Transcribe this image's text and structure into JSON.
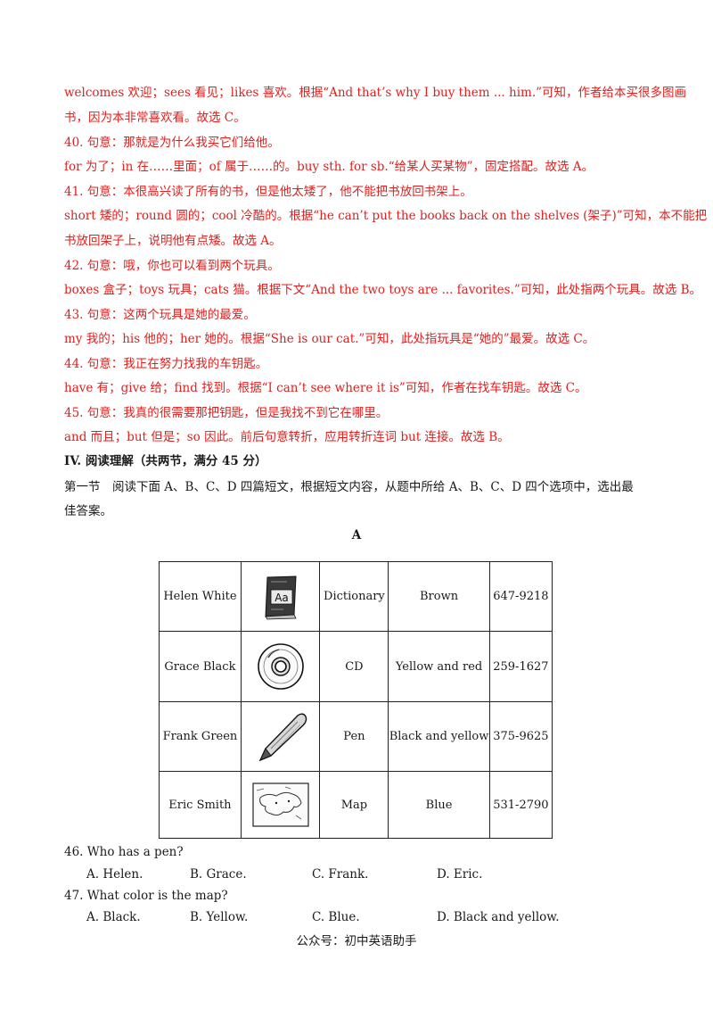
{
  "explanations": [
    {
      "text": "welcomes 欢迎；sees 看见；likes 喜欢。根据“And that’s why I buy them ... him.”可知，作者给本买很多图画",
      "color": "red"
    },
    {
      "text": "书，因为本非常喜欢看。故选 C。",
      "color": "red"
    },
    {
      "text": "40. 句意：那就是为什么我买它们给他。",
      "color": "red"
    },
    {
      "text": "for 为了；in 在……里面；of 属于……的。buy sth. for sb.“给某人买某物”，固定搭配。故选 A。",
      "color": "red"
    },
    {
      "text": "41. 句意：本很高兴读了所有的书，但是他太矮了，他不能把书放回书架上。",
      "color": "red"
    },
    {
      "text": "short 矮的；round 圆的；cool 冷酷的。根据“he can’t put the books back on the shelves (架子)”可知，本不能把",
      "color": "red"
    },
    {
      "text": "书放回架子上，说明他有点矮。故选 A。",
      "color": "red"
    },
    {
      "text": "42. 句意：哦，你也可以看到两个玩具。",
      "color": "red"
    },
    {
      "text": "boxes 盒子；toys 玩具；cats 猫。根据下文“And the two toys are ... favorites.”可知，此处指两个玩具。故选 B。",
      "color": "red"
    },
    {
      "text": "43. 句意：这两个玩具是她的最爱。",
      "color": "red"
    },
    {
      "text": "my 我的；his 他的；her 她的。根据“She is our cat.”可知，此处指玩具是“她的”最爱。故选 C。",
      "color": "red"
    },
    {
      "text": "44. 句意：我正在努力找我的车钥匙。",
      "color": "red"
    },
    {
      "text": "have 有；give 给；find 找到。根据“I can’t see where it is”可知，作者在找车钥匙。故选 C。",
      "color": "red"
    },
    {
      "text": "45. 句意：我真的很需要那把钥匙，但是我找不到它在哪里。",
      "color": "red"
    },
    {
      "text": "and 而且；but 但是；so 因此。前后句意转折，应用转折连词 but 连接。故选 B。",
      "color": "red"
    }
  ],
  "section": {
    "heading": "IV. 阅读理解（共两节，满分 45 分）",
    "intro_line1": "第一节　阅读下面 A、B、C、D 四篇短文，根据短文内容，从题中所给 A、B、C、D 四个选项中，选出最",
    "intro_line2": "佳答案。",
    "passage_label": "A"
  },
  "table": {
    "rows": [
      {
        "name": "Helen White",
        "icon": "dictionary-icon",
        "item": "Dictionary",
        "color": "Brown",
        "phone": "647-9218"
      },
      {
        "name": "Grace Black",
        "icon": "cd-icon",
        "item": "CD",
        "color": "Yellow and red",
        "phone": "259-1627"
      },
      {
        "name": "Frank Green",
        "icon": "pen-icon",
        "item": "Pen",
        "color": "Black and yellow",
        "phone": "375-9625"
      },
      {
        "name": "Eric Smith",
        "icon": "map-icon",
        "item": "Map",
        "color": "Blue",
        "phone": "531-2790"
      }
    ],
    "dictionary_letters": "Aa"
  },
  "questions": [
    {
      "stem": "46. Who has a pen?",
      "options": [
        "A. Helen.",
        "B. Grace.",
        "C. Frank.",
        "D. Eric."
      ]
    },
    {
      "stem": "47. What color is the map?",
      "options": [
        "A. Black.",
        "B. Yellow.",
        "C. Blue.",
        "D. Black and yellow."
      ]
    }
  ],
  "footer": {
    "text": "公众号：初中英语助手"
  },
  "colors": {
    "answer_red": "#e0201e",
    "text": "#1a1a1a"
  }
}
